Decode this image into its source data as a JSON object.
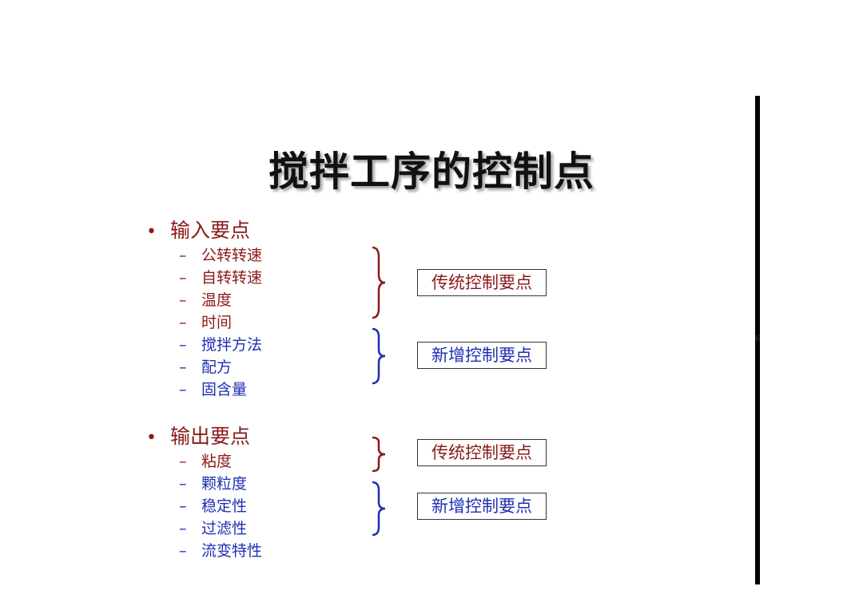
{
  "title": "搅拌工序的控制点",
  "colors": {
    "traditional": "#8b1a1a",
    "new": "#1f2fb4",
    "title": "#111111"
  },
  "input": {
    "heading": "输入要点",
    "traditional_items": [
      "公转转速",
      "自转转速",
      "温度",
      "时间"
    ],
    "new_items": [
      "搅拌方法",
      "配方",
      "固含量"
    ],
    "traditional_tag": "传统控制要点",
    "new_tag": "新增控制要点"
  },
  "output": {
    "heading": "输出要点",
    "traditional_items": [
      "粘度"
    ],
    "new_items": [
      "颗粒度",
      "稳定性",
      "过滤性",
      "流变特性"
    ],
    "traditional_tag": "传统控制要点",
    "new_tag": "新增控制要点"
  },
  "bullet_glyph": "•",
  "dash_glyph": "–",
  "page_number": "6"
}
